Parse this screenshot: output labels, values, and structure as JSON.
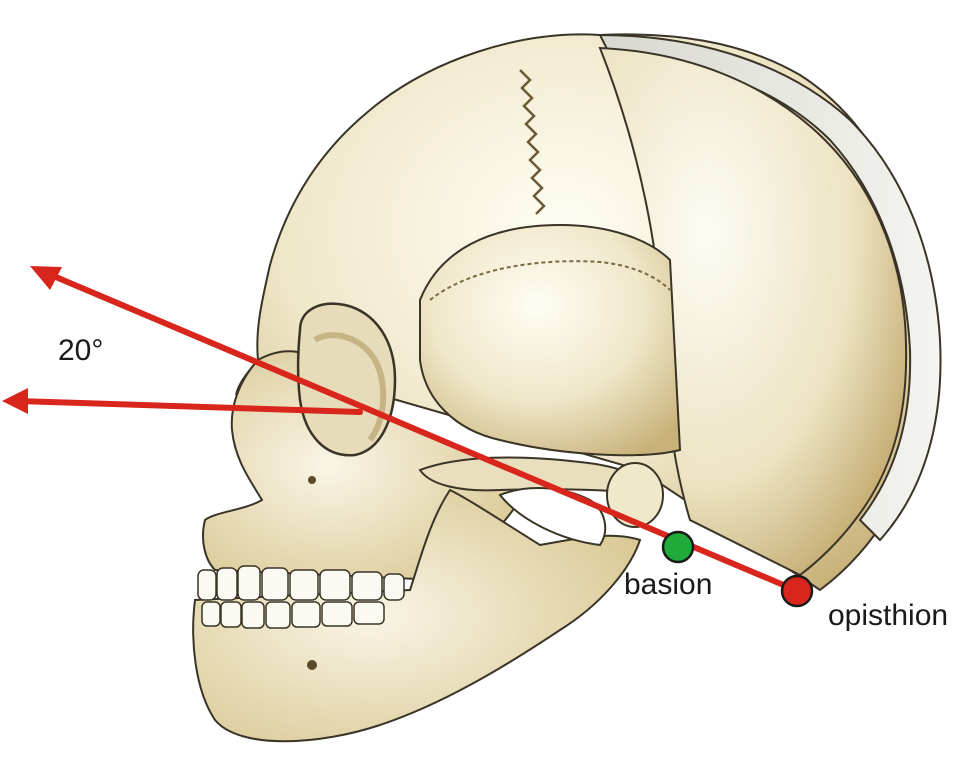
{
  "diagram": {
    "angle_label": "20°",
    "landmarks": [
      {
        "id": "basion",
        "label": "basion",
        "color": "#1faa3a"
      },
      {
        "id": "opisthion",
        "label": "opisthion",
        "color": "#d9261c"
      }
    ],
    "colors": {
      "line": "#d9261c",
      "bone": "#f2ecd2",
      "bone_shade": "#c6ad6e",
      "outline": "#3a3427"
    }
  }
}
